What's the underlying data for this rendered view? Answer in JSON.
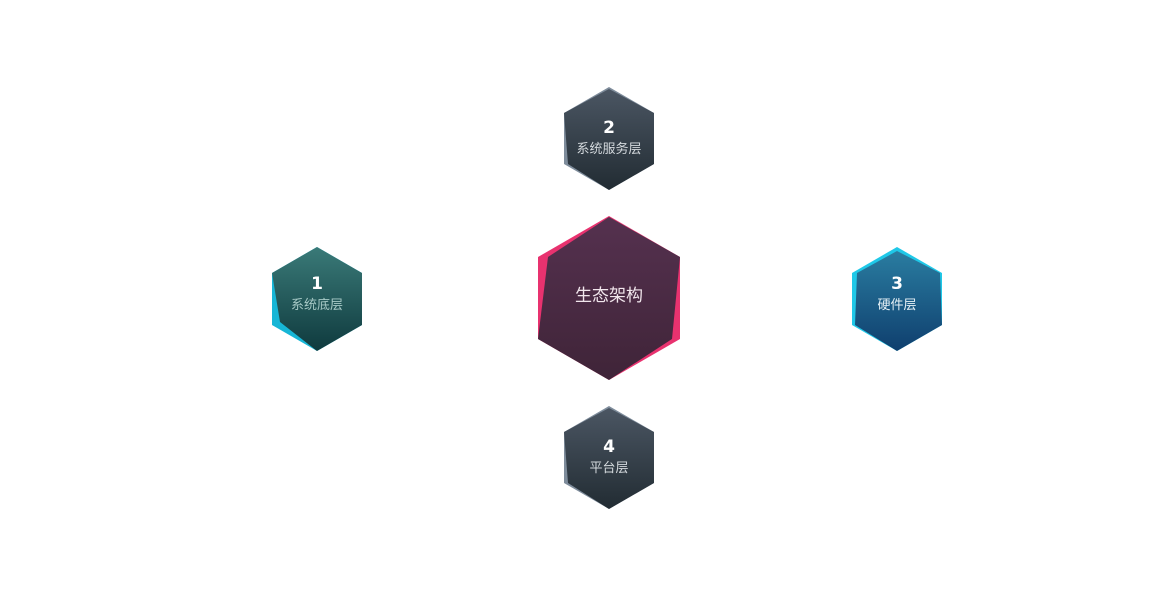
{
  "center": {
    "label": "生态架构",
    "fill_top": "#55314f",
    "fill_bottom": "#3f2438",
    "accent": "#e8326f"
  },
  "layers": [
    {
      "id": "layer-1",
      "number": "1",
      "label": "系统底层",
      "fill_top": "#3a7a78",
      "fill_bottom": "#0f3a3e",
      "accent": "#17b6d6",
      "label_color": "#a7c9c6"
    },
    {
      "id": "layer-2",
      "number": "2",
      "label": "系统服务层",
      "fill_top": "#4b5663",
      "fill_bottom": "#222c33",
      "accent": "#7e8c9b",
      "label_color": "#d3d8dc"
    },
    {
      "id": "layer-3",
      "number": "3",
      "label": "硬件层",
      "fill_top": "#2a7da1",
      "fill_bottom": "#0f3f6e",
      "accent": "#1fc8e8",
      "label_color": "#e6f1f6"
    },
    {
      "id": "layer-4",
      "number": "4",
      "label": "平台层",
      "fill_top": "#4b5663",
      "fill_bottom": "#222c33",
      "accent": "#7e8c9b",
      "label_color": "#d3d8dc"
    }
  ]
}
